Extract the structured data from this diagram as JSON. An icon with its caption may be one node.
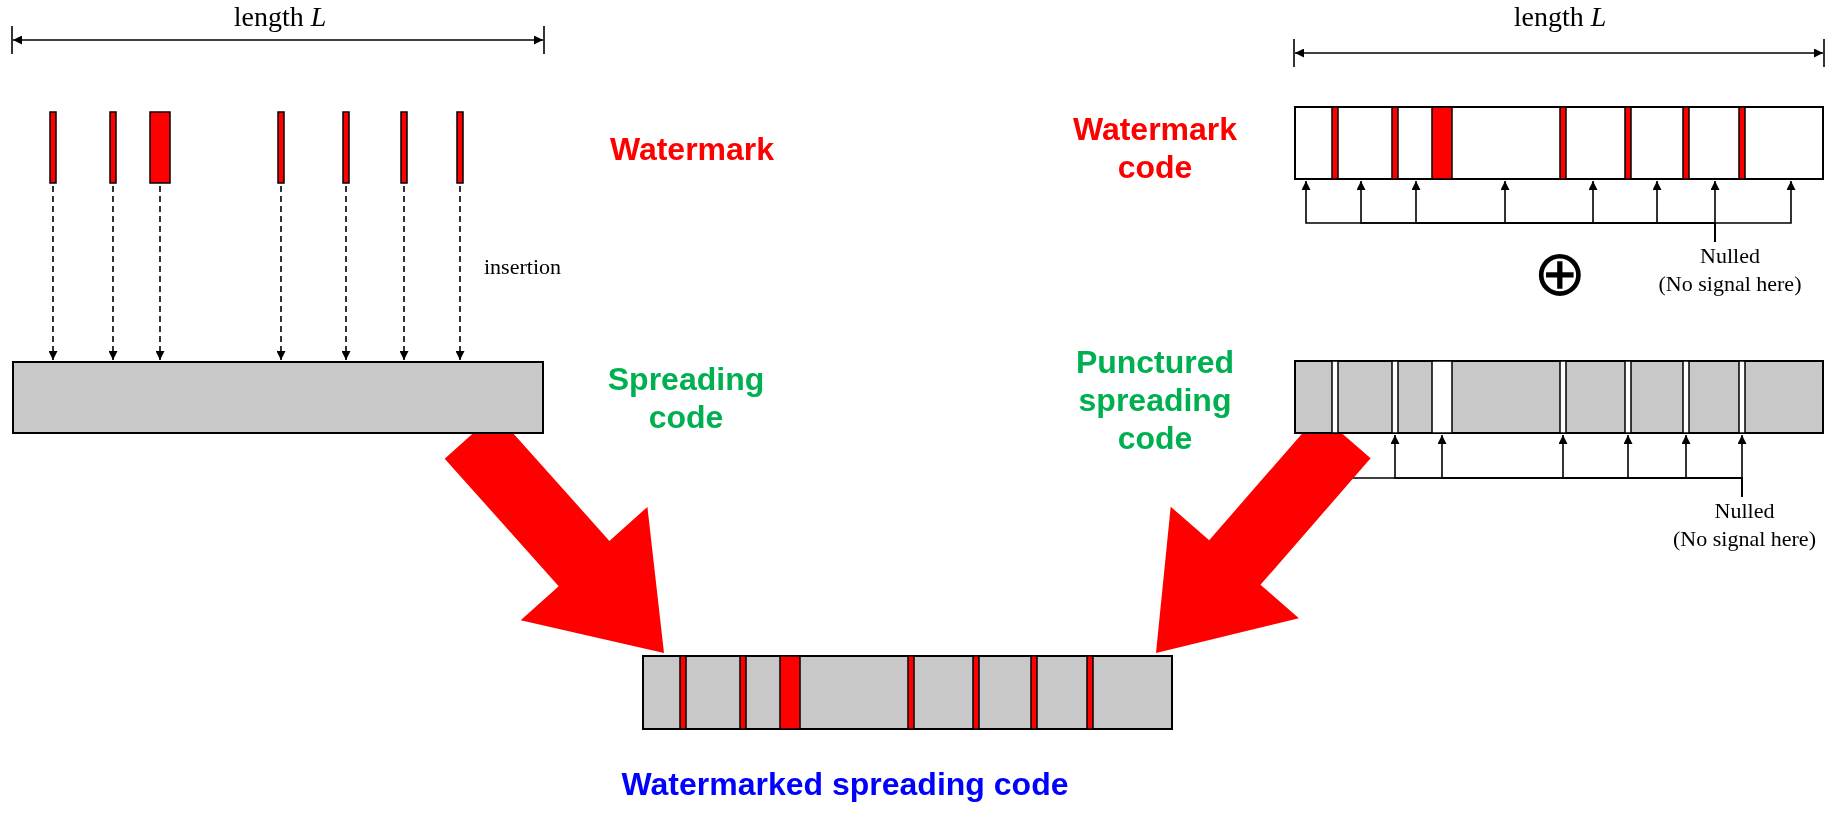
{
  "diagram": {
    "nodes": [
      {
        "text": [],
        "shape": "bar"
      },
      {
        "text": [],
        "shape": "bar",
        "beside": [
          "Watermark code"
        ]
      },
      {
        "text": [
          "Nulled (No signal here)"
        ]
      },
      {
        "text": [],
        "shape": "bar",
        "beside": [
          "Spreading code"
        ]
      },
      {
        "text": [],
        "shape": "bar",
        "beside": [
          "Punctured spreading code"
        ]
      },
      {
        "text": [
          "Nulled (No signal here)"
        ]
      },
      {
        "text": [],
        "shape": "bar",
        "beside": [
          "Watermarked spreading code"
        ]
      }
    ],
    "edges": [
      {
        "from": 0,
        "to": 3,
        "arrow": "to",
        "style": "dashed"
      },
      {
        "from": 0,
        "to": 3,
        "arrow": "to",
        "style": "dashed"
      },
      {
        "from": 0,
        "to": 3,
        "arrow": "to",
        "style": "dashed"
      },
      {
        "from": 0,
        "to": 3,
        "arrow": "to",
        "style": "dashed"
      },
      {
        "from": 0,
        "to": 3,
        "arrow": "to",
        "style": "dashed"
      },
      {
        "from": 0,
        "to": 3,
        "arrow": "to",
        "style": "dashed"
      },
      {
        "from": 0,
        "to": 3,
        "arrow": "to",
        "style": "dashed",
        "label": "insertion"
      },
      {
        "from": 2,
        "to": 1,
        "arrow": "to"
      },
      {
        "from": 2,
        "to": 1,
        "arrow": "to"
      },
      {
        "from": 2,
        "to": 1,
        "arrow": "to"
      },
      {
        "from": 2,
        "to": 1,
        "arrow": "to"
      },
      {
        "from": 2,
        "to": 1,
        "arrow": "to"
      },
      {
        "from": 2,
        "to": 1,
        "arrow": "to"
      },
      {
        "from": 2,
        "to": 1,
        "arrow": "to"
      },
      {
        "from": 2,
        "to": 1,
        "arrow": "to"
      },
      {
        "from": 5,
        "to": 4,
        "arrow": "to"
      },
      {
        "from": 5,
        "to": 4,
        "arrow": "to"
      },
      {
        "from": 5,
        "to": 4,
        "arrow": "to"
      },
      {
        "from": 5,
        "to": 4,
        "arrow": "to"
      },
      {
        "from": 5,
        "to": 4,
        "arrow": "to"
      },
      {
        "from": 5,
        "to": 4,
        "arrow": "to"
      },
      {
        "from": 5,
        "to": 4,
        "arrow": "to"
      },
      {
        "from": 3,
        "to": 6,
        "arrow": "to",
        "style": "thick",
        "color": "#ff0000"
      },
      {
        "from": 4,
        "to": 6,
        "arrow": "to",
        "style": "thick",
        "color": "#ff0000"
      }
    ],
    "labels": [
      "length *L*",
      "length *L*",
      "Watermark",
      "⊕"
    ]
  }
}
